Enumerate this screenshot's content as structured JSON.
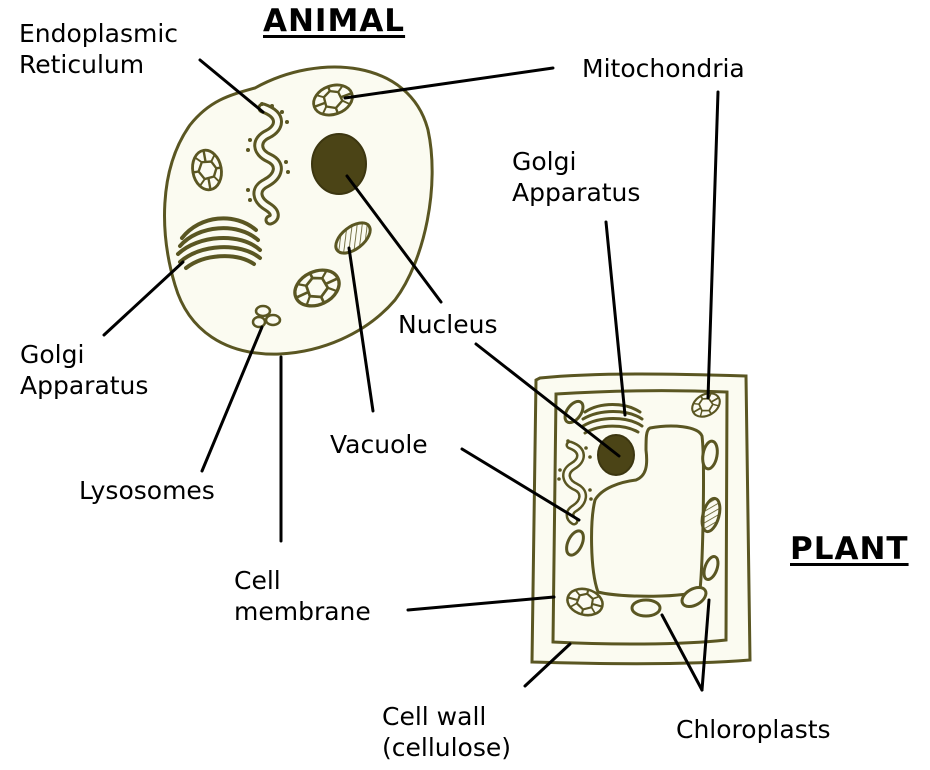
{
  "titles": {
    "animal": "ANIMAL",
    "plant": "PLANT"
  },
  "labels": {
    "endoplasmic_reticulum": [
      "Endoplasmic",
      "Reticulum"
    ],
    "mitochondria": "Mitochondria",
    "golgi_plant": [
      "Golgi",
      "Apparatus"
    ],
    "golgi_animal": [
      "Golgi",
      "Apparatus"
    ],
    "nucleus": "Nucleus",
    "vacuole": "Vacuole",
    "lysosomes": "Lysosomes",
    "cell_membrane": [
      "Cell",
      "membrane"
    ],
    "cell_wall": [
      "Cell wall",
      "(cellulose)"
    ],
    "chloroplasts": "Chloroplasts"
  },
  "colors": {
    "outline": "#5a5622",
    "fill": "#fbfbf1",
    "organelle_dark": "#4b4416",
    "leader_line": "#000000"
  }
}
